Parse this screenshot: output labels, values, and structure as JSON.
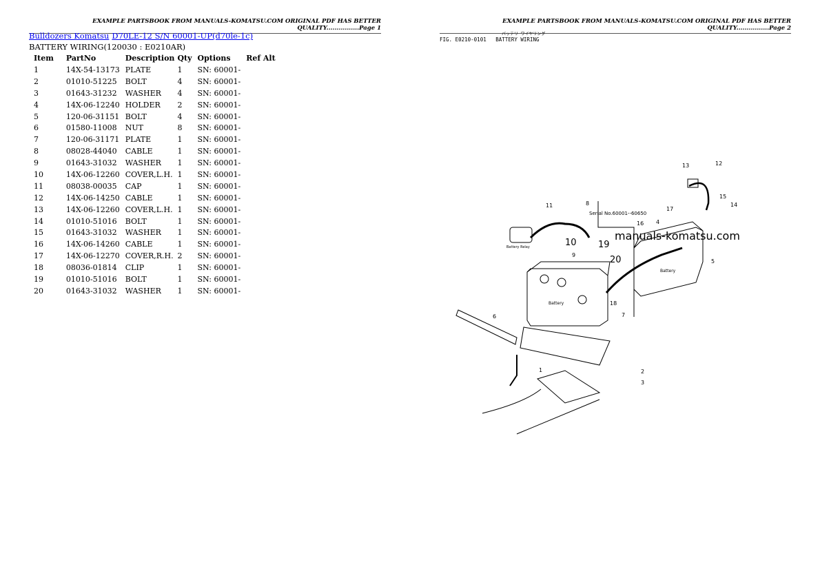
{
  "page1": {
    "header": "EXAMPLE PARTSBOOK FROM MANUALS-KOMATSU.COM ORIGINAL PDF HAS BETTER QUALITY................Page 1",
    "breadcrumb": [
      "Bulldozers Komatsu",
      "D70LE-12 S/N 60001-UP(d70le-1c)"
    ],
    "subtitle": "BATTERY WIRING(120030 : E0210AR)",
    "columns": [
      "Item",
      "PartNo",
      "Description",
      "Qty",
      "Options",
      "Ref Alt"
    ],
    "rows": [
      [
        "1",
        "14X-54-13173",
        "PLATE",
        "1",
        "SN: 60001-"
      ],
      [
        "2",
        "01010-51225",
        "BOLT",
        "4",
        "SN: 60001-"
      ],
      [
        "3",
        "01643-31232",
        "WASHER",
        "4",
        "SN: 60001-"
      ],
      [
        "4",
        "14X-06-12240",
        "HOLDER",
        "2",
        "SN: 60001-"
      ],
      [
        "5",
        "120-06-31151",
        "BOLT",
        "4",
        "SN: 60001-"
      ],
      [
        "6",
        "01580-11008",
        "NUT",
        "8",
        "SN: 60001-"
      ],
      [
        "7",
        "120-06-31171",
        "PLATE",
        "1",
        "SN: 60001-"
      ],
      [
        "8",
        "08028-44040",
        "CABLE",
        "1",
        "SN: 60001-"
      ],
      [
        "9",
        "01643-31032",
        "WASHER",
        "1",
        "SN: 60001-"
      ],
      [
        "10",
        "14X-06-12260",
        "COVER,L.H.",
        "1",
        "SN: 60001-"
      ],
      [
        "11",
        "08038-00035",
        "CAP",
        "1",
        "SN: 60001-"
      ],
      [
        "12",
        "14X-06-14250",
        "CABLE",
        "1",
        "SN: 60001-"
      ],
      [
        "13",
        "14X-06-12260",
        "COVER,L.H.",
        "1",
        "SN: 60001-"
      ],
      [
        "14",
        "01010-51016",
        "BOLT",
        "1",
        "SN: 60001-"
      ],
      [
        "15",
        "01643-31032",
        "WASHER",
        "1",
        "SN: 60001-"
      ],
      [
        "16",
        "14X-06-14260",
        "CABLE",
        "1",
        "SN: 60001-"
      ],
      [
        "17",
        "14X-06-12270",
        "COVER,R.H.",
        "2",
        "SN: 60001-"
      ],
      [
        "18",
        "08036-01814",
        "CLIP",
        "1",
        "SN: 60001-"
      ],
      [
        "19",
        "01010-51016",
        "BOLT",
        "1",
        "SN: 60001-"
      ],
      [
        "20",
        "01643-31032",
        "WASHER",
        "1",
        "SN: 60001-"
      ]
    ]
  },
  "page2": {
    "header": "EXAMPLE PARTSBOOK FROM MANUALS-KOMATSU.COM ORIGINAL PDF HAS BETTER QUALITY................Page 2",
    "fig_jp": "バッテリ ワイヤリング",
    "fig_label": "FIG. E0210-0101",
    "fig_title": "BATTERY WIRING",
    "serial_note": "Serial No.60001--60650",
    "battery_label": "Battery",
    "battery_relay_label": "Battery Relay",
    "watermark": "manuals-komatsu.com",
    "callouts": [
      "1",
      "2",
      "3",
      "4",
      "5",
      "6",
      "7",
      "8",
      "9",
      "10",
      "11",
      "12",
      "13",
      "14",
      "15",
      "16",
      "17",
      "18",
      "19",
      "20"
    ]
  }
}
